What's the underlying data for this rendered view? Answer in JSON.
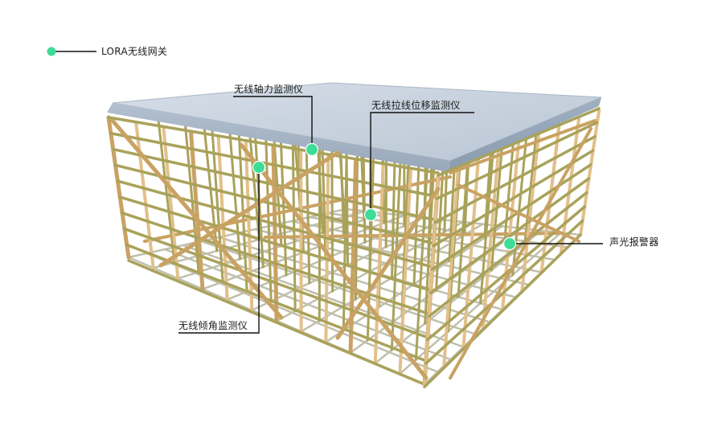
{
  "legend": {
    "label": "LORA无线网关",
    "dot_color": "#3ddc97",
    "line_color": "#111111"
  },
  "labels": {
    "axial_force": "无线轴力监测仪",
    "displacement": "无线拉线位移监测仪",
    "alarm": "声光报警器",
    "tilt": "无线倾角监测仪"
  },
  "colors": {
    "sensor_dot": "#3ddc97",
    "slab_top": "#c9d4e0",
    "slab_side": "#a9b8c8",
    "pipe_light": "#e2c08a",
    "pipe_mid": "#c9a263",
    "pipe_green": "#a9a25a",
    "leader": "#111111"
  }
}
